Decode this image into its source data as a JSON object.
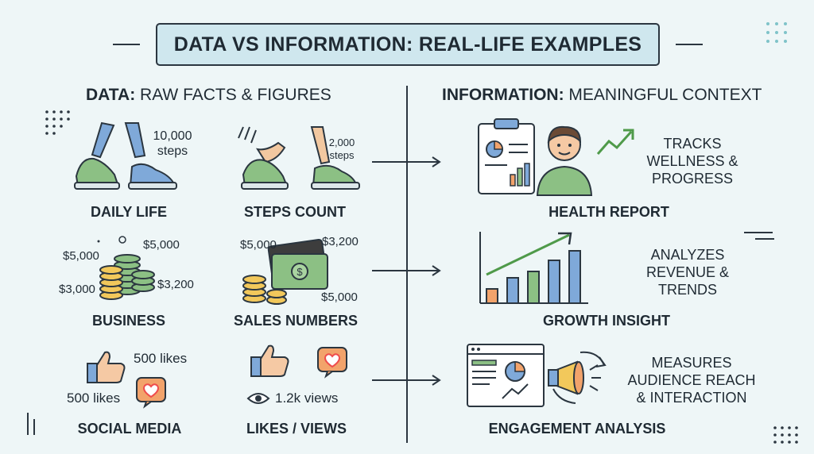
{
  "title": "DATA VS INFORMATION: REAL-LIFE EXAMPLES",
  "left_heading": {
    "bold": "DATA:",
    "rest": " RAW FACTS & FIGURES"
  },
  "right_heading": {
    "bold": "INFORMATION:",
    "rest": " MEANINGFUL CONTEXT"
  },
  "rows": [
    {
      "a_label": "DAILY LIFE",
      "a_value": "10,000\nsteps",
      "b_label": "STEPS COUNT",
      "b_value": "2,000\nsteps",
      "info_label": "HEALTH REPORT",
      "info_caption": "TRACKS\nWELLNESS &\nPROGRESS"
    },
    {
      "a_label": "BUSINESS",
      "a_values": [
        "$5,000",
        "$5,000",
        "$3,000",
        "$3,200"
      ],
      "b_label": "SALES NUMBERS",
      "b_values": [
        "$5,000",
        "$3,200",
        "$5,000"
      ],
      "info_label": "GROWTH INSIGHT",
      "info_caption": "ANALYZES\nREVENUE &\nTRENDS"
    },
    {
      "a_label": "SOCIAL MEDIA",
      "a_values": [
        "500 likes",
        "500 likes"
      ],
      "b_label": "LIKES / VIEWS",
      "b_value": "1.2k views",
      "info_label": "ENGAGEMENT ANALYSIS",
      "info_caption": "MEASURES\nAUDIENCE REACH\n& INTERACTION"
    }
  ],
  "colors": {
    "background": "#eef6f7",
    "title_fill": "#cfe7ee",
    "ink": "#2b3640",
    "green": "#8cc084",
    "blue": "#7fa9d9",
    "orange": "#f2a36b",
    "gold": "#f2c85b",
    "red_heart": "#ef6b5a"
  },
  "icons": [
    "walking-legs-icon",
    "clipboard-report-icon",
    "person-icon",
    "trend-arrow-icon",
    "coins-icon",
    "cash-icon",
    "bar-chart-icon",
    "thumbs-up-icon",
    "heart-icon",
    "eye-icon",
    "dashboard-icon",
    "megaphone-icon"
  ]
}
